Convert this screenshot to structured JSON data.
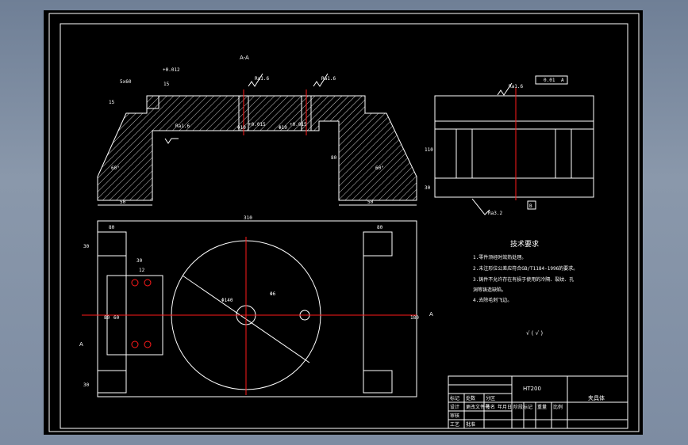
{
  "colors": {
    "frame_bg": "#000000",
    "lines": "#ffffff",
    "centerlines": "#ff1a1a",
    "window_bg": "#7d8ca2"
  },
  "section_view": {
    "title": "A-A",
    "dims": {
      "left_base": "50",
      "right_base": "50",
      "right_height": "80",
      "top_small": "15",
      "left_small": "15",
      "top_left_tag": "5x60",
      "tol_top": "+0.012",
      "hole1": "Φ10",
      "hole2": "Φ10",
      "hole1_tol": "+0.015",
      "hole2_tol": "+0.015"
    },
    "angles": {
      "left": "60°",
      "right": "60°"
    },
    "roughness": {
      "r1": "Ra1.6",
      "r2": "Ra1.6",
      "r3": "Ra1.6"
    }
  },
  "side_view": {
    "dims": {
      "height": "110",
      "base": "30"
    },
    "roughness": {
      "top": "Ra1.6",
      "bottom": "Ra3.2"
    },
    "datum_box": {
      "tol": "0.01",
      "ref": "A"
    },
    "datum_letter": "B"
  },
  "plan_view": {
    "dims": {
      "overall_width": "310",
      "left_end": "80",
      "right_end": "80",
      "top_end": "30",
      "bottom_end": "30",
      "height": "180",
      "pin_spacing_h": "30",
      "pin_small": "12",
      "pin_spacing_v": "60",
      "pin_outer": "80",
      "diameter": "Φ140",
      "hole_label": "Φ6"
    },
    "section_marks": {
      "left": "A",
      "right": "A"
    }
  },
  "tech_requirements": {
    "heading": "技术要求",
    "items": [
      "1.零件须经时效热处理。",
      "2.未注形位公差应符合GB/T1184-1996的要求。",
      "3.铸件不允许存在有损于使用的冷隔、裂纹、孔",
      "洞等铸造缺陷。",
      "4.去除毛刺飞边。"
    ],
    "roughness_note": "√ ( √ )"
  },
  "title_block": {
    "material": "HT200",
    "part_name": "夹具体",
    "labels": [
      "标记",
      "处数",
      "分区",
      "更改文件号",
      "签名",
      "年月日",
      "设计",
      "审核",
      "工艺",
      "批准",
      "阶段标记",
      "重量",
      "比例"
    ]
  }
}
